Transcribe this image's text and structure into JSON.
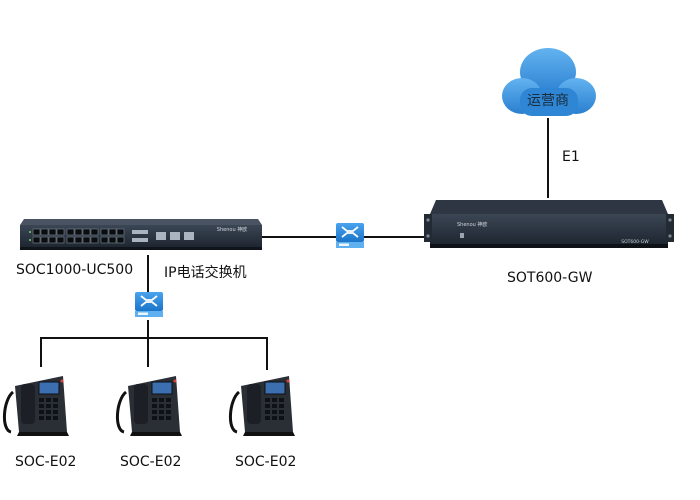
{
  "carrier": {
    "label": "运营商"
  },
  "link": {
    "label": "E1"
  },
  "switch_device": {
    "model": "SOC1000-UC500",
    "description": "IP电话交换机",
    "brand": "Shenou 神欧"
  },
  "gateway_device": {
    "model": "SOT600-GW",
    "brand": "Shenou 神欧",
    "panel_text": "SOT600-GW"
  },
  "phones": [
    {
      "model": "SOC-E02"
    },
    {
      "model": "SOC-E02"
    },
    {
      "model": "SOC-E02"
    }
  ],
  "colors": {
    "cloud": "#2a86d6",
    "cloud_light": "#58a9ec",
    "switch_icon": "#1e88e5",
    "chassis_dark": "#1f2833",
    "line": "#111111"
  },
  "icons": [
    "cloud-icon",
    "network-switch-icon",
    "ip-phone-icon"
  ]
}
